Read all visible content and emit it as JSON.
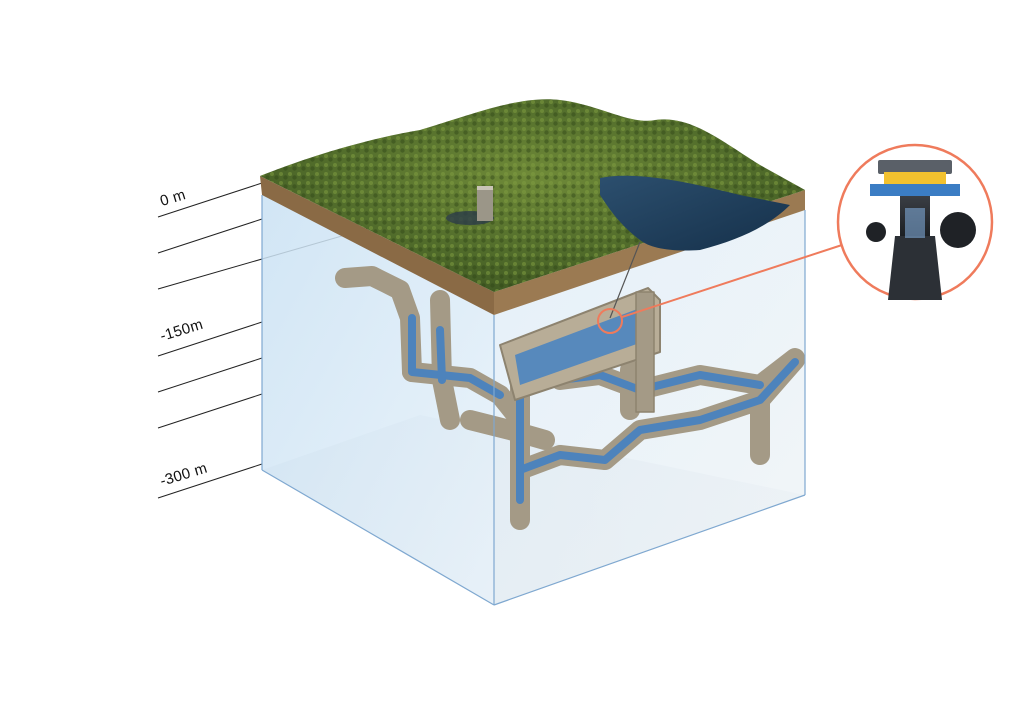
{
  "depth_scale": {
    "labels": {
      "top": "0 m",
      "middle": "-150m",
      "bottom": "-300 m"
    }
  },
  "colors": {
    "forest": "#4e6b2a",
    "soil": "#8a6a45",
    "glass_block": "#cfe4f4",
    "glass_edge": "#7fa8d0",
    "tunnel_stone": "#a49a86",
    "tunnel_water": "#3f7fc6",
    "lake": "#1f3f5e",
    "callout": "#ef7b5c"
  },
  "icons": {
    "callout": "turbine-generator-icon",
    "tower": "shaft-tower-icon"
  }
}
